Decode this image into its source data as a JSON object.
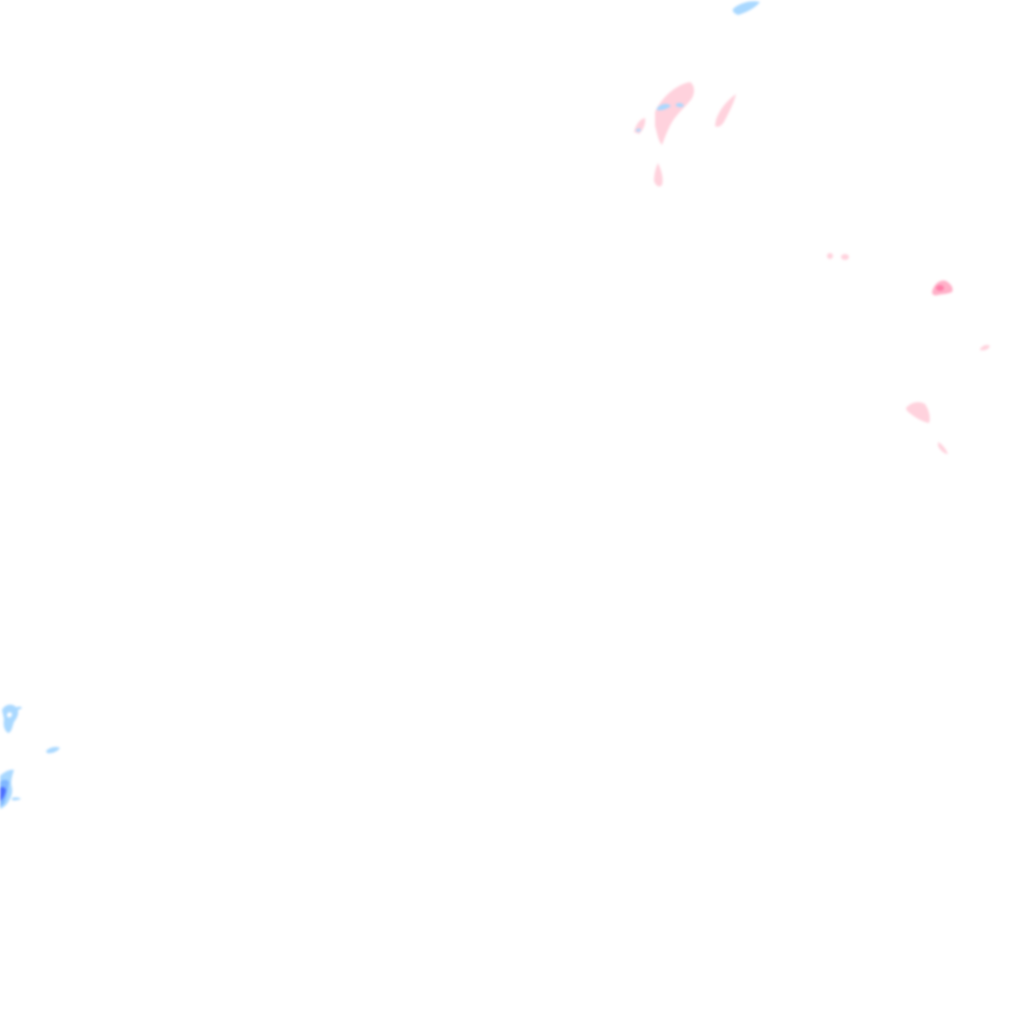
{
  "map": {
    "kind": "precipitation radar overlay tile",
    "background": "#ffffff"
  },
  "legend_colors": {
    "rain_light": "#a9d8ff",
    "rain_medium": "#7fb6ff",
    "rain_heavy": "#4a6cff",
    "mixed_light": "#ffd2dd",
    "mixed_medium": "#ff9fbd",
    "mixed_heavy": "#ff5c93"
  },
  "echoes": [
    {
      "id": "echo-nw-blue-top",
      "type": "rain",
      "intensity": "light"
    },
    {
      "id": "echo-pink-cluster-1",
      "type": "mixed",
      "intensity": "light"
    },
    {
      "id": "echo-pink-cluster-2",
      "type": "mixed",
      "intensity": "light"
    },
    {
      "id": "echo-pink-streak",
      "type": "mixed",
      "intensity": "light"
    },
    {
      "id": "echo-pink-small-1",
      "type": "mixed",
      "intensity": "light"
    },
    {
      "id": "echo-pink-core",
      "type": "mixed",
      "intensity": "medium"
    },
    {
      "id": "echo-pink-small-2",
      "type": "mixed",
      "intensity": "light"
    },
    {
      "id": "echo-pink-east-1",
      "type": "mixed",
      "intensity": "light"
    },
    {
      "id": "echo-pink-east-2",
      "type": "mixed",
      "intensity": "light"
    },
    {
      "id": "echo-blue-west-1",
      "type": "rain",
      "intensity": "light"
    },
    {
      "id": "echo-blue-west-2",
      "type": "rain",
      "intensity": "light"
    },
    {
      "id": "echo-blue-west-3",
      "type": "rain",
      "intensity": "heavy"
    }
  ]
}
